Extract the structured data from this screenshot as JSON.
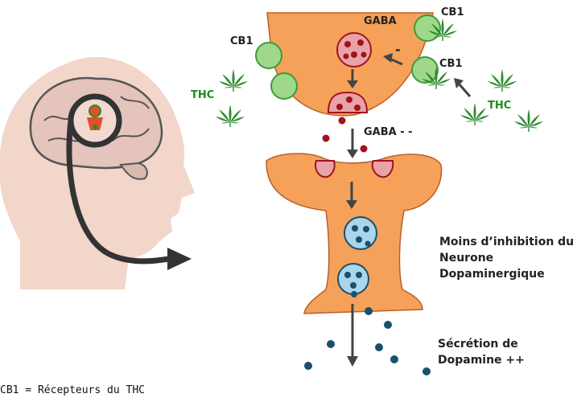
{
  "labels": {
    "gaba_top": "GABA",
    "minus": "-",
    "cb1_left": "CB1",
    "cb1_top_right": "CB1",
    "cb1_right": "CB1",
    "thc_left": "THC",
    "thc_right": "THC",
    "gaba_release": "GABA - -",
    "inhibition_line1": "Moins d’inhibition du",
    "inhibition_line2": "Neurone",
    "inhibition_line3": "Dopaminergique",
    "secretion_line1": "Sécrétion de",
    "secretion_line2": "Dopamine ++",
    "caption": "CB1 = Récepteurs du THC"
  },
  "colors": {
    "neuron": "#f5a15a",
    "neuron_stroke": "#b8602a",
    "gaba_vesicle": "#e8a3a9",
    "gaba_dot": "#a3121c",
    "dopamine_vesicle": "#a9d6ea",
    "dopamine_dot": "#1a4f6e",
    "cb1_receptor": "#9fd88a",
    "cannabis_leaf": "#2e8b2e",
    "arrow": "#444444",
    "head": "#f2d6c9",
    "brain": "#e4c4bc"
  },
  "icons": [
    "head-silhouette",
    "brain-icon",
    "cannabis-leaf-icon",
    "cb1-receptor",
    "vesicle-icon"
  ]
}
